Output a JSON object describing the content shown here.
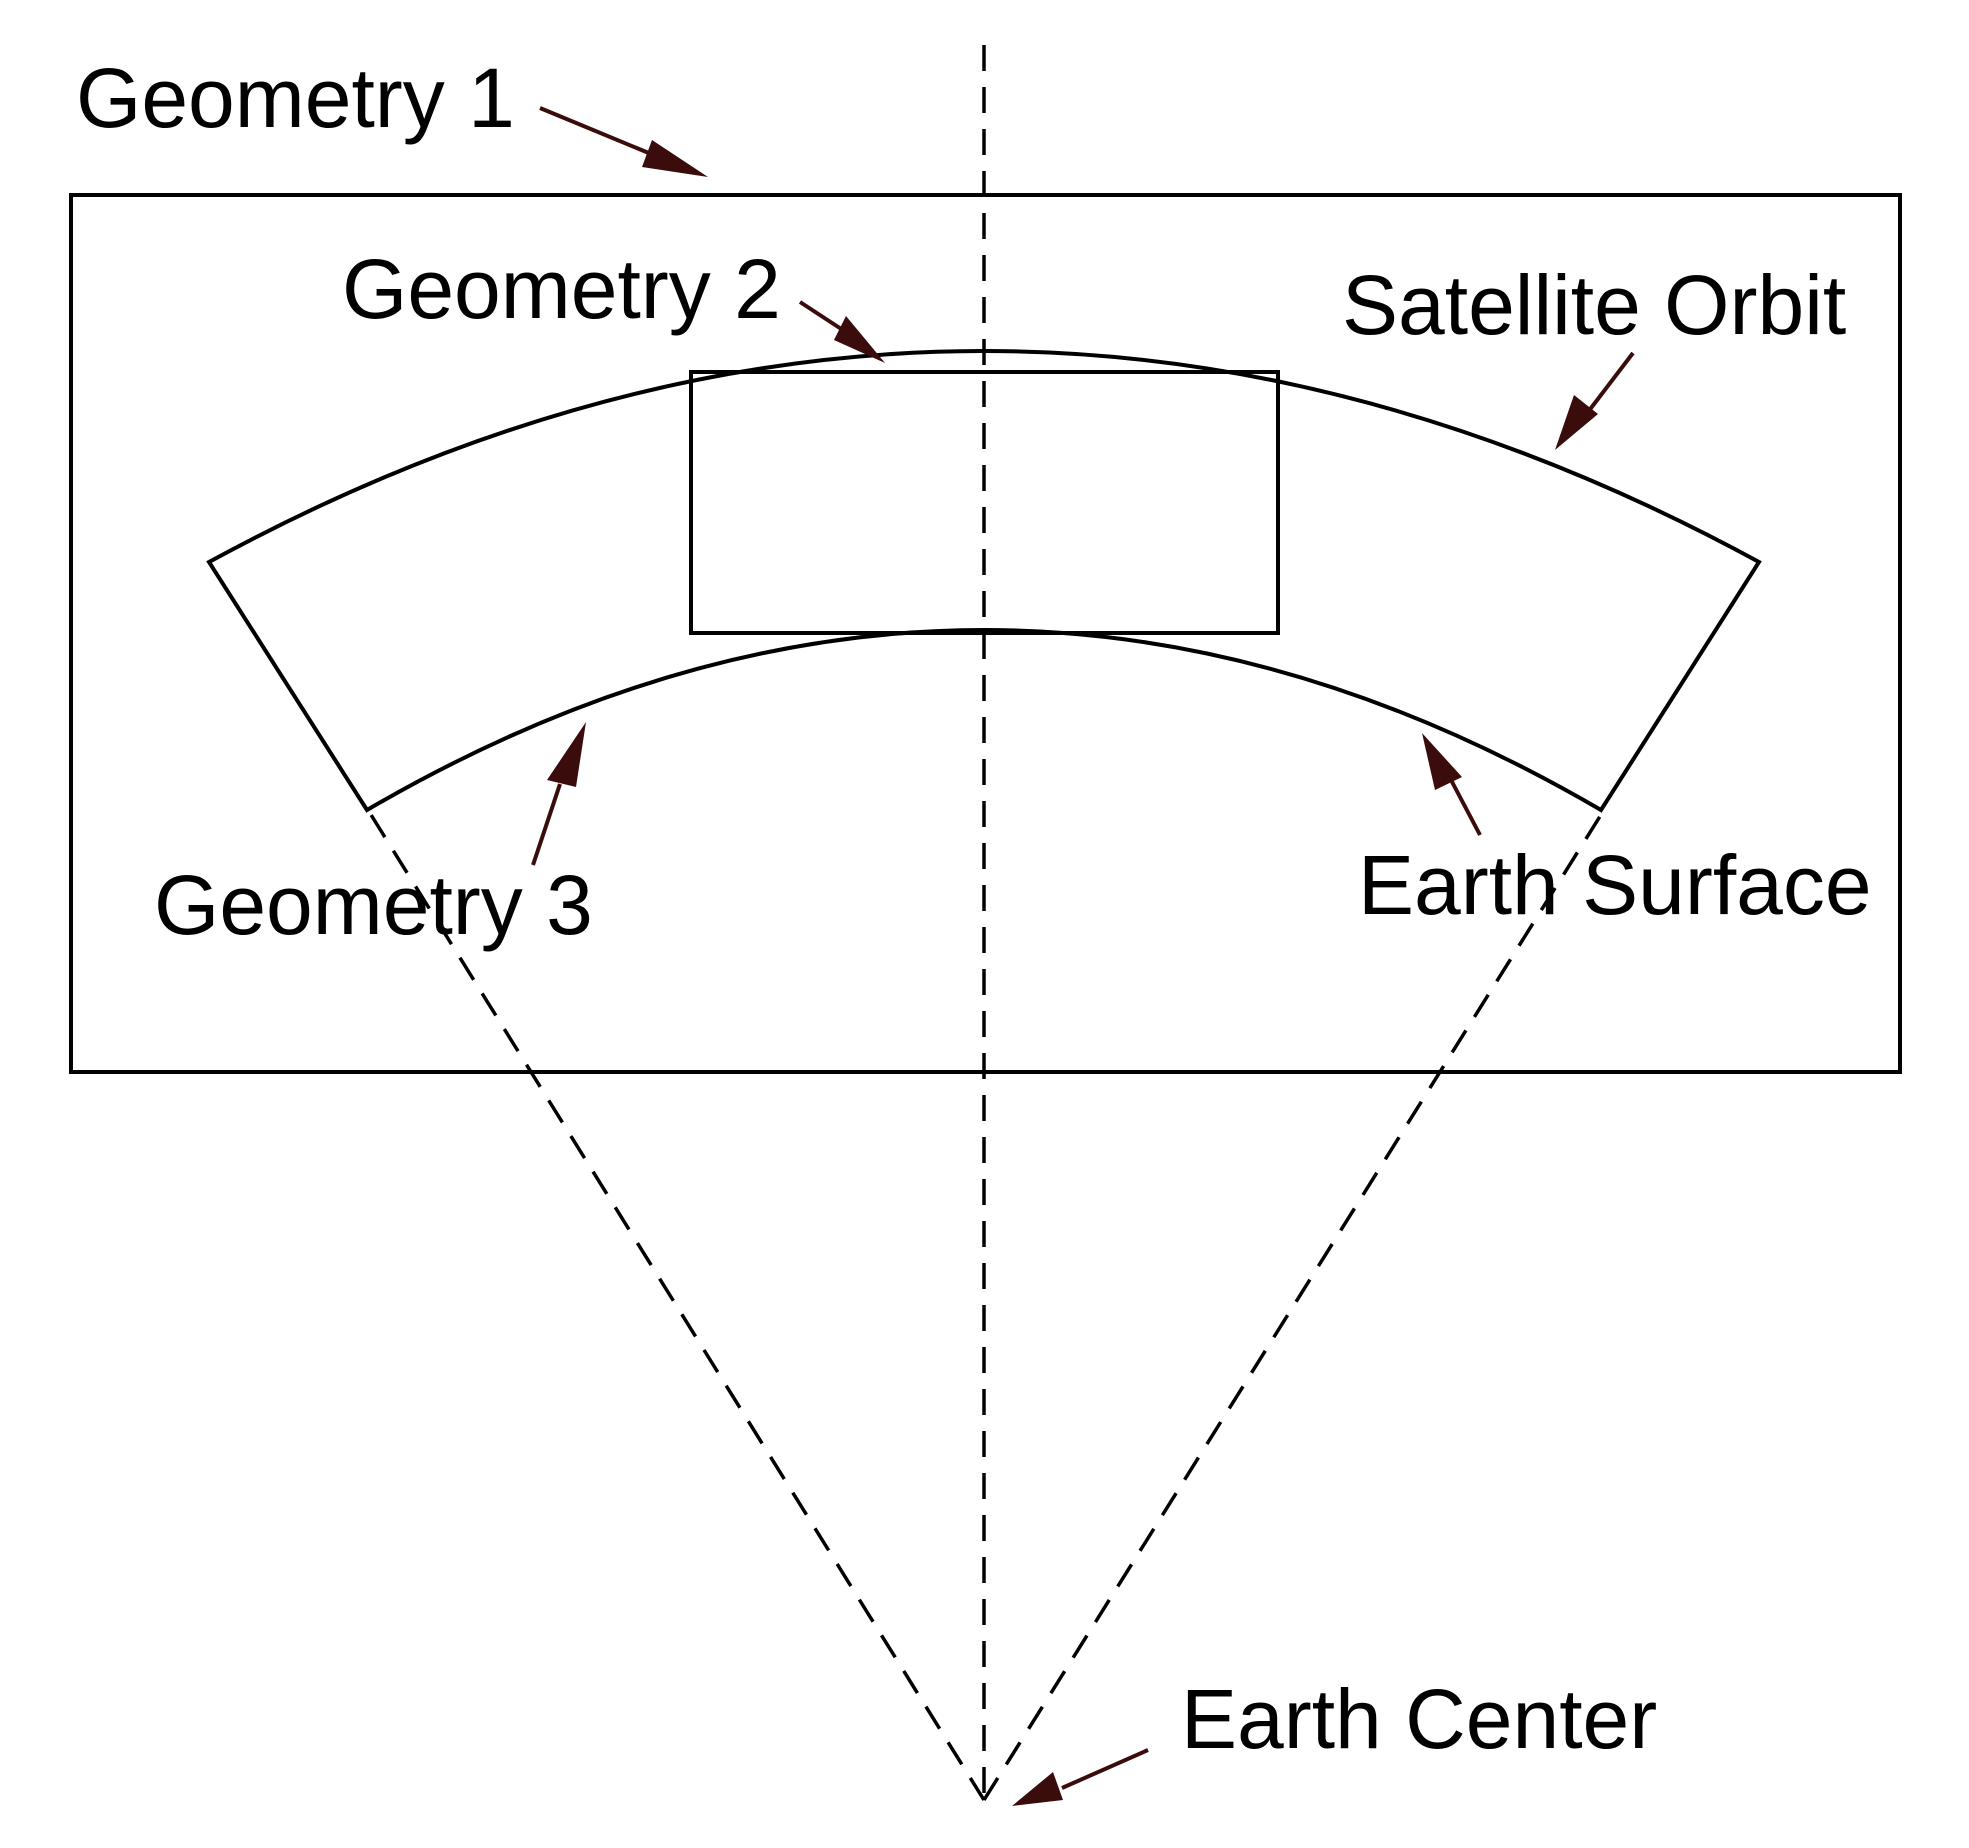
{
  "labels": {
    "geometry_1": "Geometry 1",
    "geometry_2": "Geometry 2",
    "geometry_3": "Geometry 3",
    "satellite_orbit": "Satellite Orbit",
    "earth_surface": "Earth Surface",
    "earth_center": "Earth Center"
  },
  "colors": {
    "line": "#000000",
    "arrow": "#3a0c0c",
    "background": "#ffffff"
  }
}
